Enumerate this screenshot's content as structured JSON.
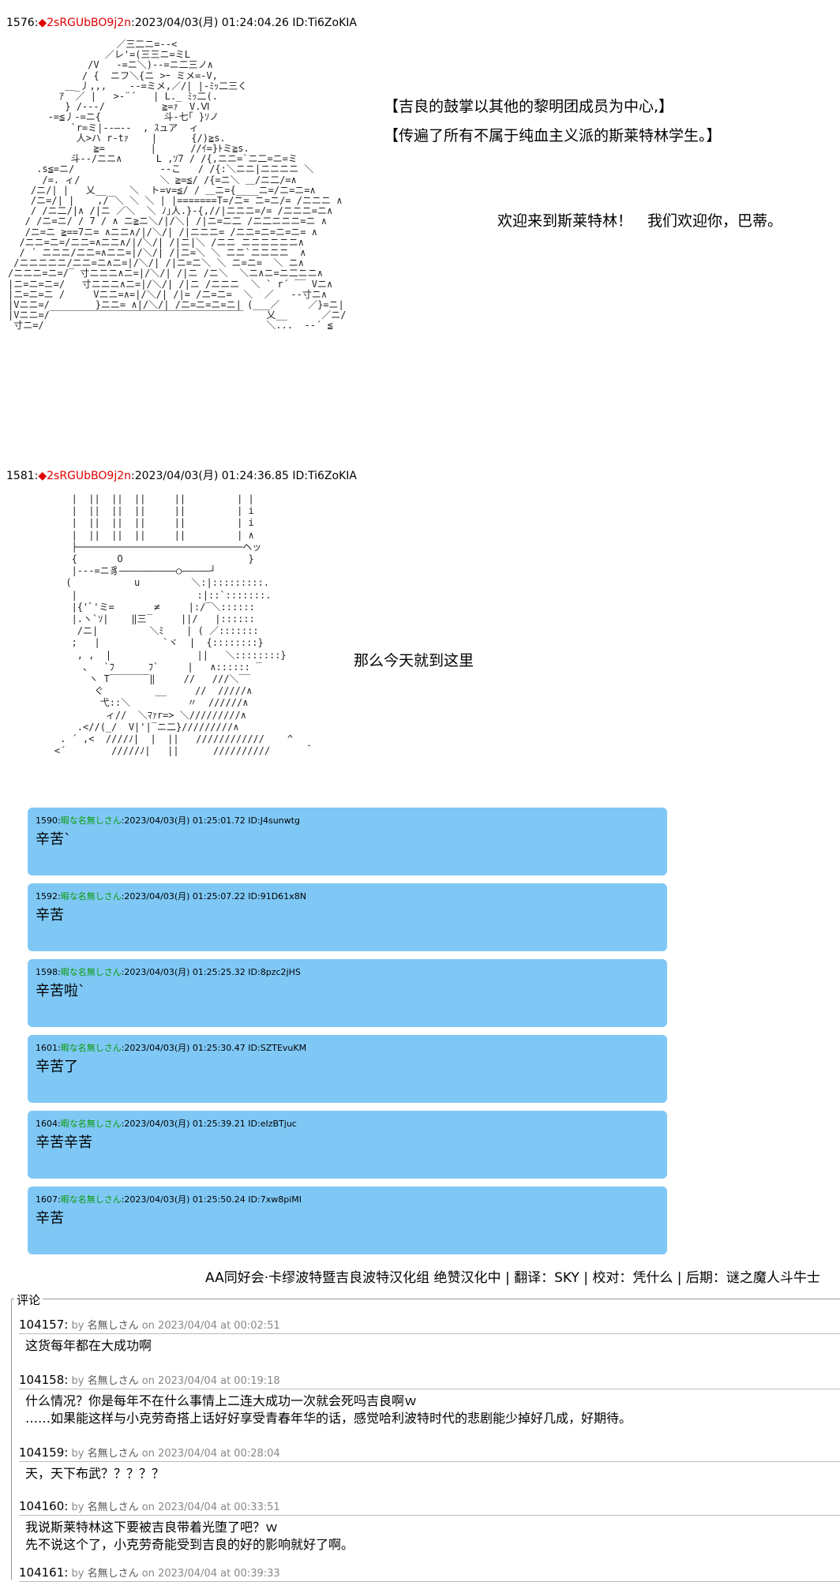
{
  "posts": [
    {
      "number": "1576",
      "diamond": "◆",
      "trip": "2sRGUbBO9j2n",
      "meta": ":2023/04/03(月) 01:24:04.26 ID:Ti6ZoKIA",
      "aa": "                   ／三二ニ=--<\n                 ／レ'=(三三ニ=ミL\n              /V   -=ニ＼)--=ニ二三ノ∧\n             / {  ニフ＼{ニ >ｰ ミメ=-V,\n          ＿_丿,,,    --=ミメ,／/| |-ﾐｯ二三く\n         ｱ  ／ |   >-¨´   | L._ ﾐｯ二(.\n          } /--‐/          ≧=ｧ  V.Ⅵ\n       -=≦丿-=ニ{           斗-七｢ }ｿノ\n           `r=ミ|-‐―-‐  , ｽュア  ィ\n            人>ハ r-tｧ    |      {/)≧s.\n               ≧=        |      //ｲ=}ﾄミ≧s.\n           斗--/ニニ∧      L ,ｿ7 / /{,ニニ=`ニ二=ニ=ミ\n     .s≦=ニ/               --こ   / /{:＼ニニ|ニニニニ ＼\n      /=. ィ/              ＼ ≧=≦/ /{=ニ＼ ＿/ニ二/=∧\n    /ニ/| |   乂__    ＼  ト=v=≦/ / ＿ニ={____ニ=/ニ=ニ=∧\n    /ニ=/| |    ,/‾＼ ＼ ＼ | |=======T=/ニ= ニ=ニ/= /ニニニ ∧\n    / /ニ二/|∧ /|ニ ／＼  ＼ ﾉ｣人.}‐{,//|ニニニ=/= /ニニニ=ニ∧\n   / /ニ=ニ/ / 7 / ∧ ニ≧ニ＼/|/＼| /|ニ=ニ二 /ニ二ニニニ=ニ ∧\n   /ニ=ニ ≧==7ニ= ∧ニニ∧/|/＼/| /|ニニニ= /ニニ=ニ=ニ=ニ= ∧\n  /ニニ=ニ=/ニニ=∧ニニ∧/|/＼/| /|ニ|＼ /ニニ ニニニニニニ∧\n  / ´ ニニニ/ニニ=∧ニニ=|/＼/| /|ニ=＼ ＼ ニニ`ニニニニ  ∧\n /ニニニニニ/ニニ=ニ∧ニ=|/＼/| /|ニ=ニ＼ ＼ ニ=ニ=  ＼ ニ∧\n/ニニニ=ニ=/‾ 寸ニニニ∧ニ=|/＼/| /|ニ /ニ＼  ＼ニ∧ニ=ニ二ニニ∧\n|ニ=ニ=ニ=/   寸ニニニ∧ニ=|/＼/| /|ニ /ニニニ  ＼ ` r´ ‾‾ Vニ∧\n|ニ=ニ=ニ /     Vニニ=∧=|/＼/| /|= /ニ=ニ=  ＼  ／   --寸ニ∧\n|Vニニ=/        }ニニ= ∧|/＼/| /ニ=ニ=ニ=ニ| (___／     ／}=ニ|\n|Vニニ=/‾‾‾‾‾‾‾‾‾‾‾‾‾‾‾‾‾‾‾‾‾‾‾‾‾‾‾‾‾‾‾‾‾‾    乂__      ／ニ/\n 寸ニ=/                                       ＼...  --´ ≦"
    },
    {
      "number": "1581",
      "diamond": "◆",
      "trip": "2sRGUbBO9j2n",
      "meta": ":2023/04/03(月) 01:24:36.85 ID:Ti6ZoKIA",
      "aa": "       |  ||  ||  ||     ||         | |\n       |  ||  ||  ||     ||         | i\n       |  ||  ||  ||     ||         | i\n       |  ||  ||  ||     ||         | ∧\n       ├─────────────────────────────ヘッ\n       {       O                      }\n       |---=ニ豸――――――――――○―――――┘\n      (           u         ＼:|:::::::::.\n       |                     :|::`:::::::.\n       |{'ﾞ'ミ=       ≠     |:/‾＼::::::\n       |.ヽ`ｿ|    ‖三‾     ||/   |::::::\n        /ニ|         ＼ﾐ    | ( ／:::::::\n       ;   |           `ヾ  |  {::::::::}\n        , ,  |               ||   ＼::::::::}\n         、  `ﾌ      ﾌ`     |   ∧:::::: ‾\n          ヽ T‾‾‾‾‾‾‾‖     //   ///＼‾‾\n           ぐ         __     //  /////∧\n            弋::＼          〃  //////∧\n             ィ//  ＼ﾏｧr=> ＼/////////∧\n        .<//(_/  V|'|‾ニ二}/////////∧\n     . ´ ,<  ////ﾉ|  |  ||   ////////////    ^\n    <´        /////ﾉ|   ||      //////////      ＾"
    }
  ],
  "speech": {
    "line1": "【吉良的鼓掌以其他的黎明团成员为中心,】",
    "line2": "【传遍了所有不属于纯血主义派的斯莱特林学生。】",
    "line3": "欢迎来到斯莱特林！　我们欢迎你，巴蒂。",
    "line4": "那么今天就到这里"
  },
  "replies": [
    {
      "num": "1590",
      "name": "暇な名無しさん",
      "meta": ":2023/04/03(月) 01:25:01.72 ID:J4sunwtg",
      "body": "辛苦`"
    },
    {
      "num": "1592",
      "name": "暇な名無しさん",
      "meta": ":2023/04/03(月) 01:25:07.22 ID:91D61x8N",
      "body": "辛苦"
    },
    {
      "num": "1598",
      "name": "暇な名無しさん",
      "meta": ":2023/04/03(月) 01:25:25.32 ID:8pzc2jHS",
      "body": "辛苦啦`"
    },
    {
      "num": "1601",
      "name": "暇な名無しさん",
      "meta": ":2023/04/03(月) 01:25:30.47 ID:SZTEvuKM",
      "body": "辛苦了"
    },
    {
      "num": "1604",
      "name": "暇な名無しさん",
      "meta": ":2023/04/03(月) 01:25:39.21 ID:eIzBTjuc",
      "body": "辛苦辛苦"
    },
    {
      "num": "1607",
      "name": "暇な名無しさん",
      "meta": ":2023/04/03(月) 01:25:50.24 ID:7xw8piMI",
      "body": "辛苦"
    }
  ],
  "credits": "AA同好会·卡缪波特暨吉良波特汉化组 绝赞汉化中 | 翻译：SKY | 校对：凭什么 | 后期：谜之魔人斗牛士",
  "comments_title": "评论",
  "comments": [
    {
      "id": "104157:",
      "by": "by",
      "name": "名無しさん",
      "on": "on 2023/04/04 at 00:02:51",
      "lines": [
        "这货每年都在大成功啊"
      ]
    },
    {
      "id": "104158:",
      "by": "by",
      "name": "名無しさん",
      "on": "on 2023/04/04 at 00:19:18",
      "lines": [
        "什么情况？你是每年不在什么事情上二连大成功一次就会死吗吉良啊ｗ",
        "……如果能这样与小克劳奇搭上话好好享受青春年华的话，感觉哈利波特时代的悲剧能少掉好几成，好期待。"
      ]
    },
    {
      "id": "104159:",
      "by": "by",
      "name": "名無しさん",
      "on": "on 2023/04/04 at 00:28:04",
      "lines": [
        "天，天下布武？？？？？"
      ]
    },
    {
      "id": "104160:",
      "by": "by",
      "name": "名無しさん",
      "on": "on 2023/04/04 at 00:33:51",
      "lines": [
        "我说斯莱特林这下要被吉良带着光堕了吧？ｗ",
        "先不说这个了，小克劳奇能受到吉良的好的影响就好了啊。"
      ]
    },
    {
      "id": "104161:",
      "by": "by",
      "name": "名無しさん",
      "on": "on 2023/04/04 at 00:39:33",
      "lines": []
    }
  ]
}
